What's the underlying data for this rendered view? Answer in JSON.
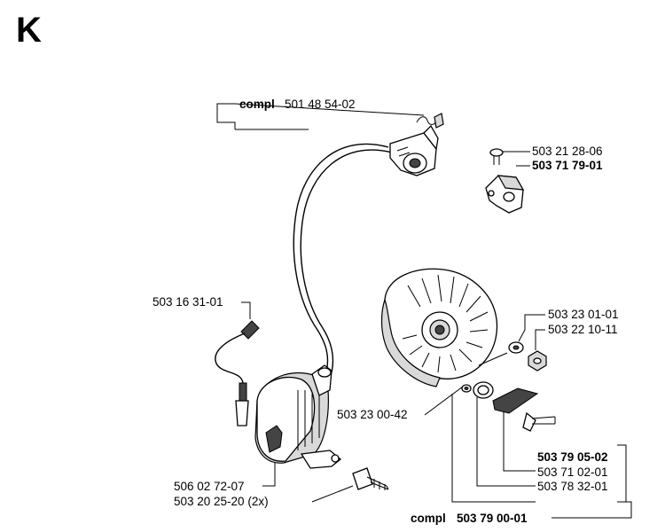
{
  "section_letter": "K",
  "labels": {
    "cable_prefix": "compl",
    "cable_number": "501 48 54-02",
    "screw_top": "503 21 28-06",
    "bracket": "503 71 79-01",
    "connector": "503 16 31-01",
    "washer_right": "503 23 01-01",
    "nut_right": "503 22 10-11",
    "washer_mid": "503 23 00-42",
    "key_bold": "503 79 05-02",
    "clip": "503 71 02-01",
    "spacer": "503 78 32-01",
    "coil": "506 02 72-07",
    "screw_bottom": "503 20 25-20 (2x)",
    "kit_prefix": "compl",
    "kit_number": "503 79 00-01"
  }
}
